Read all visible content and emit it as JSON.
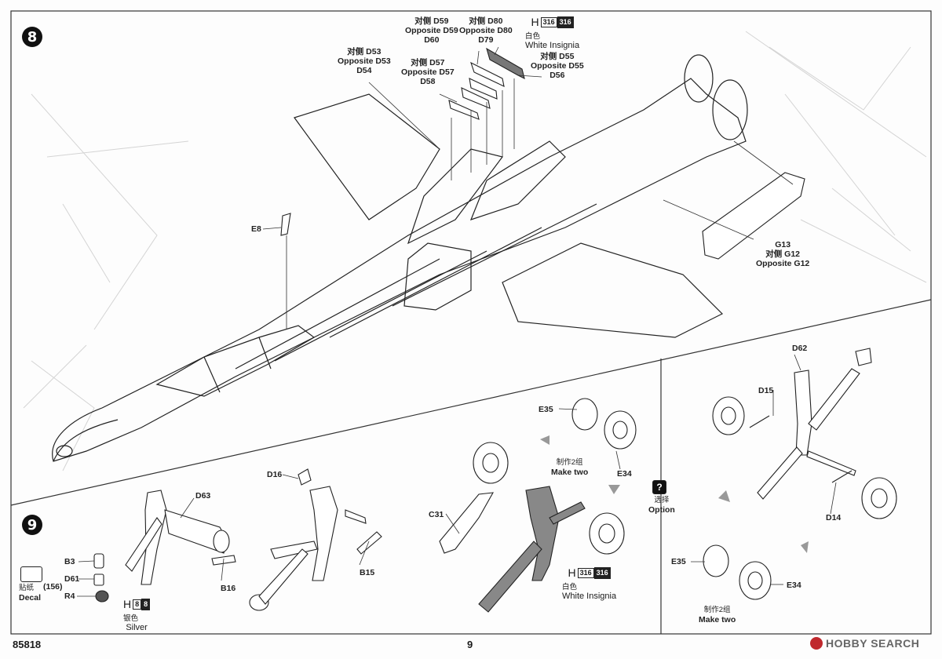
{
  "steps": {
    "step8": "8",
    "step9": "9"
  },
  "step8": {
    "d59": [
      "对侧 D59",
      "Opposite D59",
      "D60"
    ],
    "d80": [
      "对侧 D80",
      "Opposite D80",
      "D79"
    ],
    "h_box": {
      "h": "H",
      "code1": "316",
      "code2": "316",
      "cn": "白色",
      "en": "White Insignia"
    },
    "d53": [
      "对侧 D53",
      "Opposite D53",
      "D54"
    ],
    "d57": [
      "对侧 D57",
      "Opposite D57",
      "D58"
    ],
    "d55": [
      "对侧 D55",
      "Opposite D55",
      "D56"
    ],
    "e8": "E8",
    "g13": [
      "G13",
      "对侧 G12",
      "Opposite G12"
    ]
  },
  "step9": {
    "d16": "D16",
    "d63": "D63",
    "b3": "B3",
    "d61": "D61",
    "r4": "R4",
    "b16": "B16",
    "b15": "B15",
    "c31": "C31",
    "decal": {
      "cn": "贴纸",
      "en": "Decal",
      "num": "(156)"
    },
    "silver": {
      "h": "H",
      "code1": "8",
      "code2": "8",
      "cn": "银色",
      "en": "Silver"
    },
    "white2": {
      "h": "H",
      "code1": "316",
      "code2": "316",
      "cn": "白色",
      "en": "White Insignia"
    },
    "e35_top": "E35",
    "e34_top": "E34",
    "make_two_top": {
      "cn": "制作2组",
      "en": "Make two"
    },
    "d62": "D62",
    "d15": "D15",
    "d14": "D14",
    "option": {
      "cn": "选择",
      "en": "Option"
    },
    "e35_bottom": "E35",
    "e34_bottom": "E34",
    "make_two_bottom": {
      "cn": "制作2组",
      "en": "Make two"
    }
  },
  "footer": {
    "code": "85818",
    "page": "9",
    "watermark": "HOBBY SEARCH"
  }
}
